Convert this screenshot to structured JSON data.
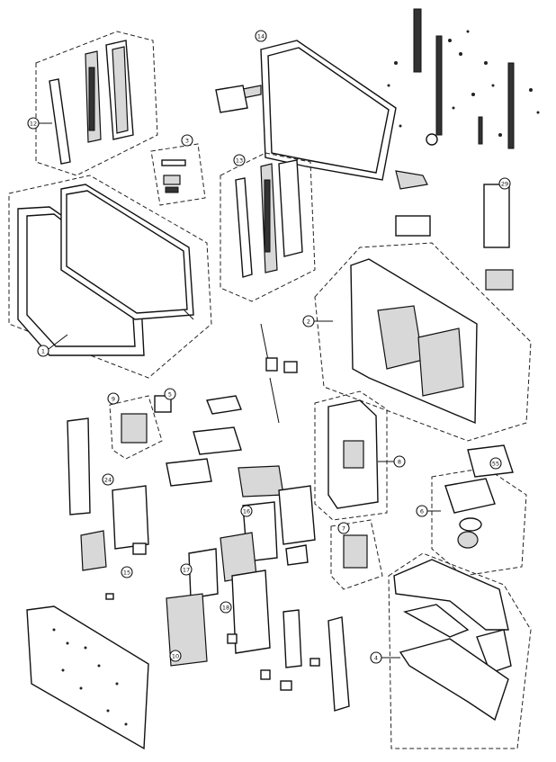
{
  "callouts": [
    {
      "id": "c14",
      "label": "14"
    },
    {
      "id": "c1",
      "label": "1"
    },
    {
      "id": "c2",
      "label": "2"
    },
    {
      "id": "c3",
      "label": "3"
    },
    {
      "id": "c4",
      "label": "4"
    },
    {
      "id": "c5",
      "label": "5"
    },
    {
      "id": "c6",
      "label": "6"
    },
    {
      "id": "c7",
      "label": "7"
    },
    {
      "id": "c8",
      "label": "8"
    },
    {
      "id": "c9",
      "label": "9"
    },
    {
      "id": "c10",
      "label": "10"
    },
    {
      "id": "c12",
      "label": "12"
    },
    {
      "id": "c13",
      "label": "13"
    },
    {
      "id": "c15",
      "label": "15"
    },
    {
      "id": "c16",
      "label": "16"
    },
    {
      "id": "c17",
      "label": "17"
    },
    {
      "id": "c18",
      "label": "18"
    },
    {
      "id": "c24",
      "label": "24"
    },
    {
      "id": "c29",
      "label": "29"
    },
    {
      "id": "c55",
      "label": "55"
    }
  ]
}
